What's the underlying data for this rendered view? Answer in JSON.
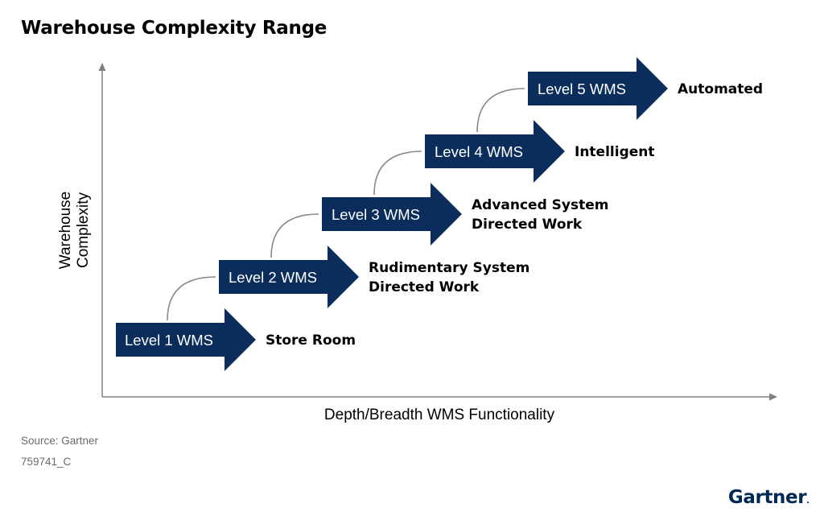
{
  "title": "Warehouse Complexity Range",
  "axes": {
    "y_label_line1": "Warehouse",
    "y_label_line2": "Complexity",
    "x_label": "Depth/Breadth WMS Functionality"
  },
  "levels": [
    {
      "label": "Level 1 WMS",
      "outcome": [
        "Store Room"
      ]
    },
    {
      "label": "Level 2 WMS",
      "outcome": [
        "Rudimentary System",
        "Directed Work"
      ]
    },
    {
      "label": "Level 3 WMS",
      "outcome": [
        "Advanced System",
        "Directed Work"
      ]
    },
    {
      "label": "Level 4 WMS",
      "outcome": [
        "Intelligent"
      ]
    },
    {
      "label": "Level 5 WMS",
      "outcome": [
        "Automated"
      ]
    }
  ],
  "footer": {
    "source": "Source: Gartner",
    "code": "759741_C"
  },
  "brand": {
    "name": "Gartner",
    "dot": "."
  },
  "colors": {
    "arrow": "#0b2d5b",
    "axis": "#808080",
    "connector": "#8a8a8a"
  }
}
